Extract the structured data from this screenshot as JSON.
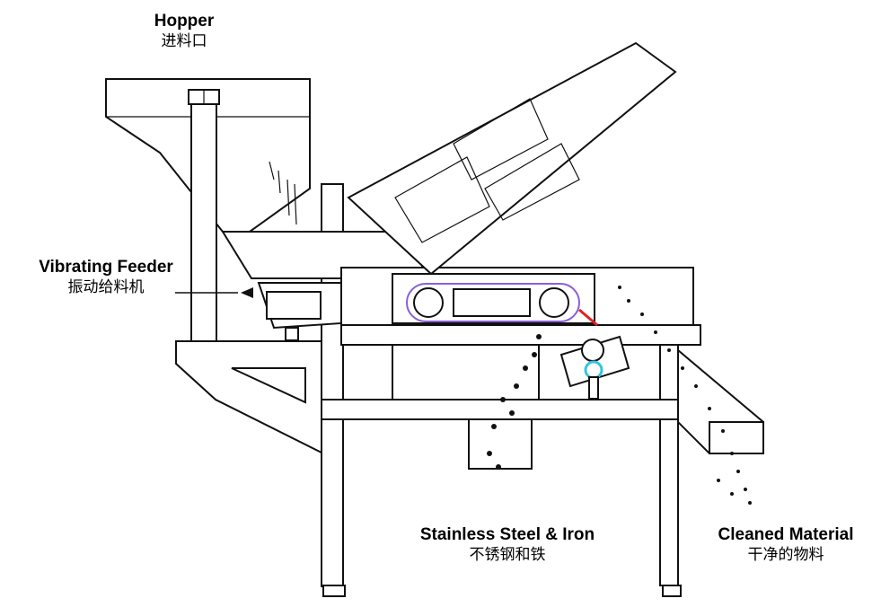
{
  "labels": {
    "hopper": {
      "en": "Hopper",
      "zh": "进料口"
    },
    "feeder": {
      "en": "Vibrating Feeder",
      "zh": "振动给料机"
    },
    "steel": {
      "en": "Stainless Steel & Iron",
      "zh": "不锈钢和铁"
    },
    "clean": {
      "en": "Cleaned Material",
      "zh": "干净的物料"
    }
  },
  "colors": {
    "line": "#111111",
    "belt_outline": "#8a5fd6",
    "sensor_ring": "#35c3e0",
    "deflector": "#e02020"
  },
  "icons": [
    "feeder-arrow-icon",
    "nail-icon",
    "bolt-icon"
  ]
}
